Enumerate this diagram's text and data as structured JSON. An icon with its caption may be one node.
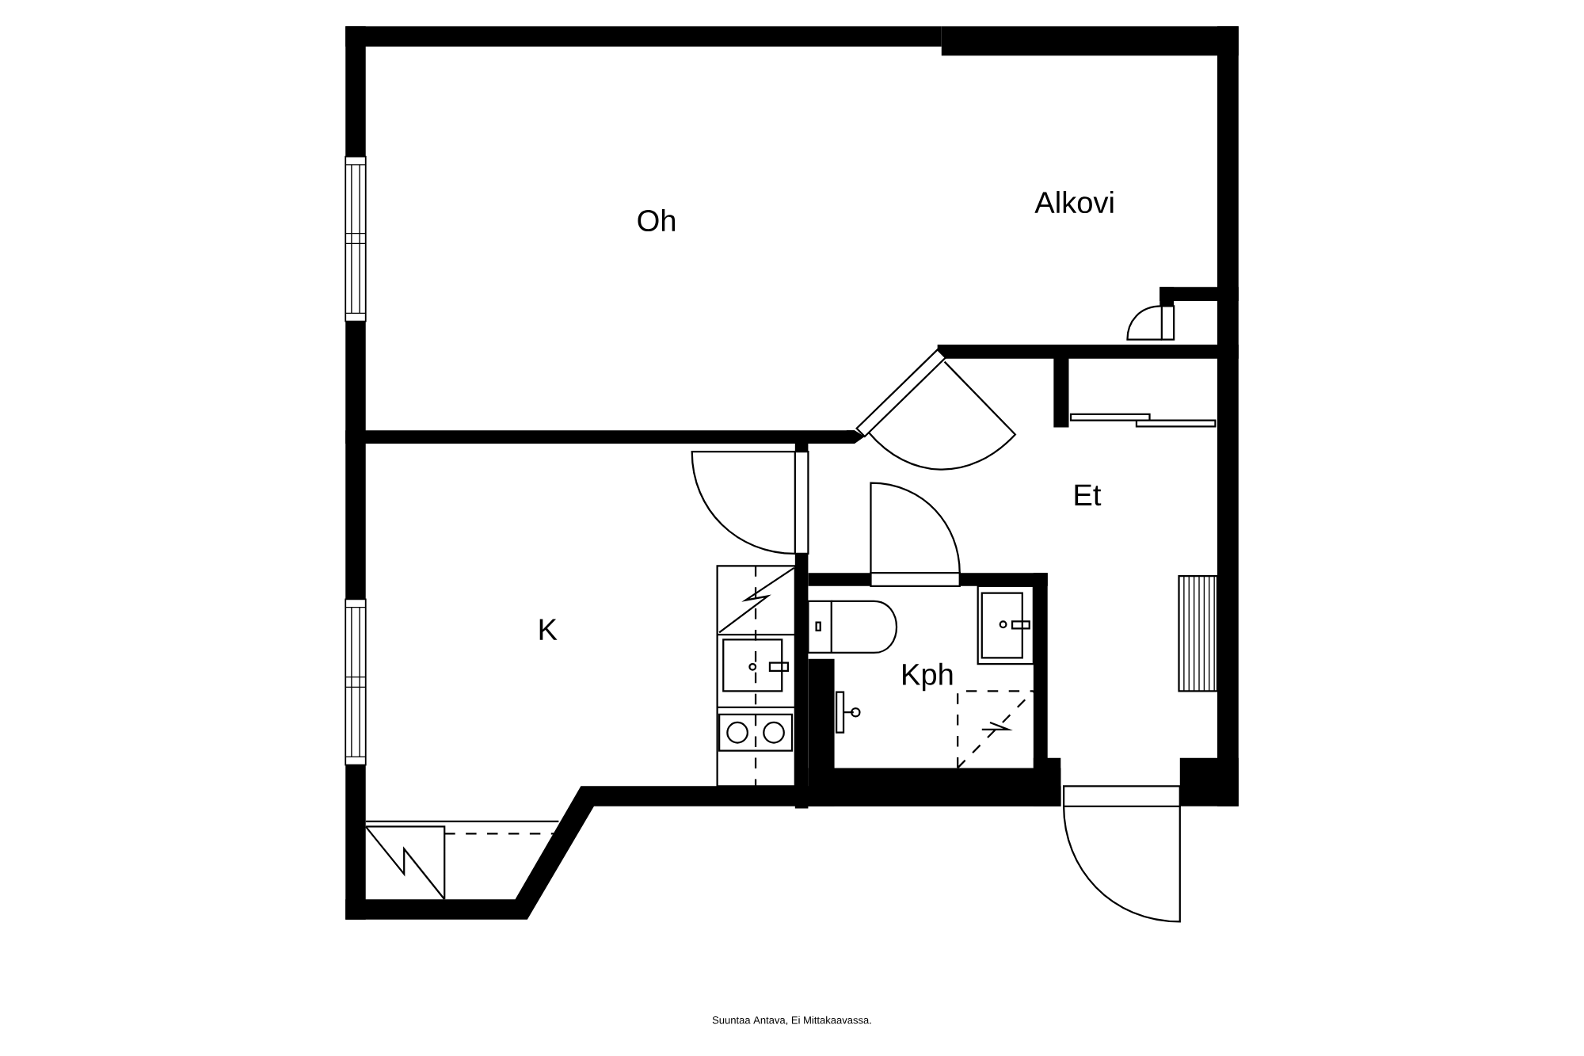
{
  "diagram": {
    "caption": "Suuntaa Antava, Ei Mittakaavassa.",
    "labels": [
      "Alkovi",
      "Oh",
      "Et",
      "K",
      "Kph"
    ]
  }
}
